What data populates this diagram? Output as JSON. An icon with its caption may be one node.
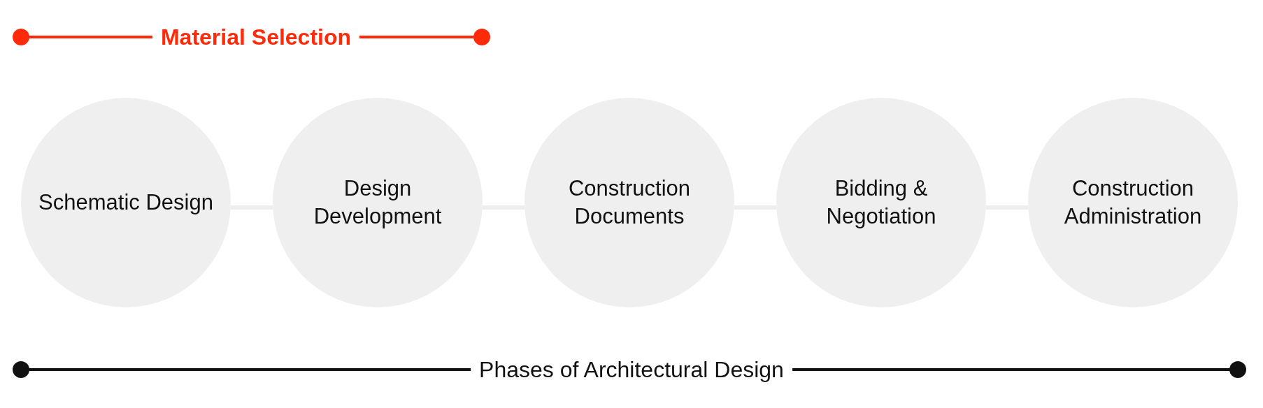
{
  "diagram": {
    "nodes": [
      {
        "text": [
          "Schematic Design"
        ]
      },
      {
        "text": [
          "Design Development"
        ]
      },
      {
        "text": [
          "Construction Documents"
        ]
      },
      {
        "text": [
          "Bidding & Negotiation"
        ]
      },
      {
        "text": [
          "Construction Administration"
        ]
      }
    ],
    "edges": [
      {
        "from": 0,
        "to": 1,
        "arrow": "none"
      },
      {
        "from": 1,
        "to": 2,
        "arrow": "none"
      },
      {
        "from": 2,
        "to": 3,
        "arrow": "none"
      },
      {
        "from": 3,
        "to": 4,
        "arrow": "none"
      }
    ],
    "labels": [
      "Material Selection",
      "Phases of Architectural Design"
    ]
  }
}
